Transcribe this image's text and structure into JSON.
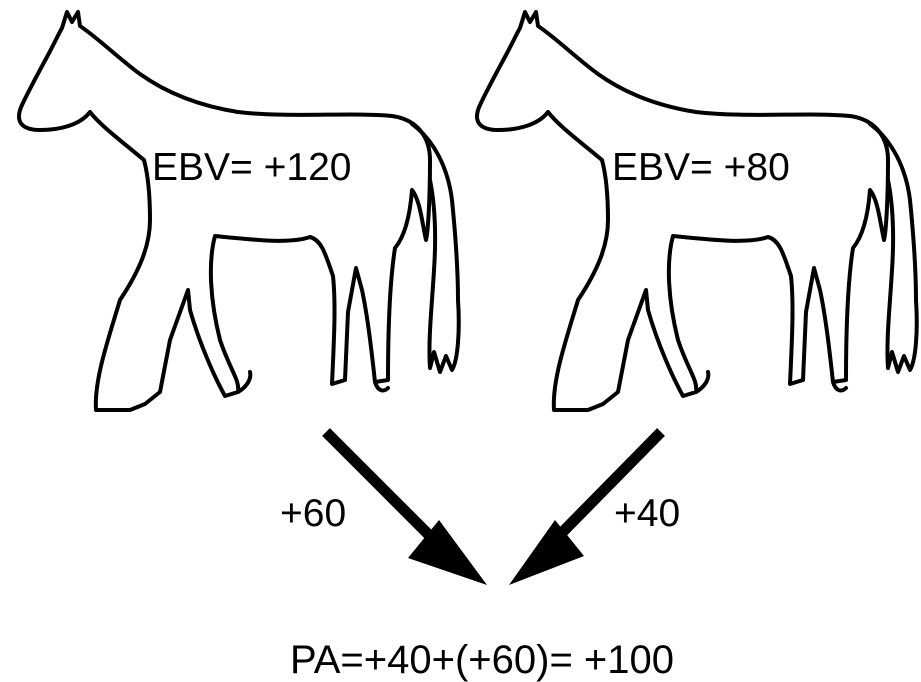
{
  "parents": [
    {
      "ebv_label": "EBV= +120",
      "contribution_label": "+60"
    },
    {
      "ebv_label": "EBV= +80",
      "contribution_label": "+40"
    }
  ],
  "result": {
    "formula": "PA=+40+(+60)= +100"
  },
  "colors": {
    "line": "#000000",
    "background": "#ffffff"
  }
}
